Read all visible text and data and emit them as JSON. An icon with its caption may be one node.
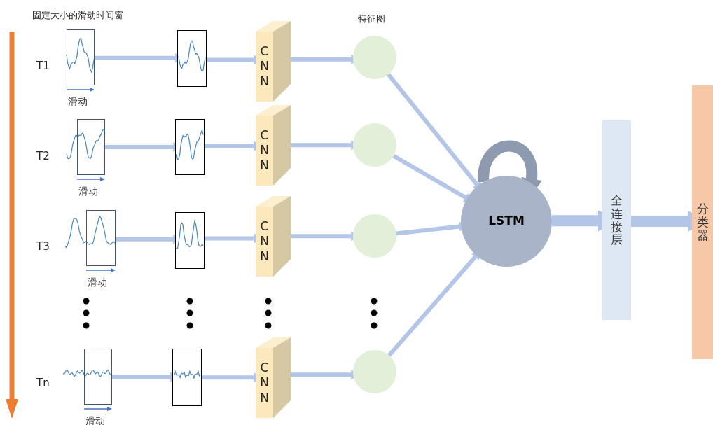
{
  "diagram": {
    "nodes": [
      {
        "text": [],
        "shape": "picture",
        "beside": [
          "滑动"
        ]
      },
      {
        "text": [],
        "shape": "picture"
      },
      {
        "text": [
          "CNN"
        ]
      },
      {
        "text": [],
        "shape": "circle"
      },
      {
        "text": [],
        "shape": "picture",
        "beside": [
          "滑动"
        ]
      },
      {
        "text": [],
        "shape": "picture"
      },
      {
        "text": [
          "CNN"
        ]
      },
      {
        "text": [],
        "shape": "circle"
      },
      {
        "text": [],
        "shape": "picture",
        "beside": [
          "滑动"
        ]
      },
      {
        "text": [],
        "shape": "picture"
      },
      {
        "text": [
          "CNN"
        ]
      },
      {
        "text": [],
        "shape": "circle"
      },
      {
        "text": [],
        "shape": "picture",
        "beside": [
          "滑动"
        ]
      },
      {
        "text": [],
        "shape": "picture"
      },
      {
        "text": [
          "CNN"
        ]
      },
      {
        "text": [],
        "shape": "circle"
      },
      {
        "text": [
          "LSTM"
        ]
      },
      {
        "text": [
          "全连接层"
        ]
      },
      {
        "text": [
          "分类器"
        ]
      }
    ],
    "edges": [
      {
        "from": 0,
        "to": 1,
        "arrow": "to"
      },
      {
        "from": 1,
        "to": 2,
        "arrow": "to"
      },
      {
        "from": 2,
        "to": 3,
        "arrow": "to"
      },
      {
        "from": 3,
        "to": 16,
        "arrow": "to"
      },
      {
        "from": 4,
        "to": 5,
        "arrow": "to"
      },
      {
        "from": 5,
        "to": 6,
        "arrow": "to"
      },
      {
        "from": 6,
        "to": 7,
        "arrow": "to"
      },
      {
        "from": 7,
        "to": 16,
        "arrow": "to"
      },
      {
        "from": 8,
        "to": 9,
        "arrow": "to"
      },
      {
        "from": 9,
        "to": 10,
        "arrow": "to"
      },
      {
        "from": 10,
        "to": 11,
        "arrow": "to"
      },
      {
        "from": 11,
        "to": 16,
        "arrow": "to"
      },
      {
        "from": 12,
        "to": 13,
        "arrow": "to"
      },
      {
        "from": 13,
        "to": 14,
        "arrow": "to"
      },
      {
        "from": 14,
        "to": 15,
        "arrow": "to"
      },
      {
        "from": 15,
        "to": 16,
        "arrow": "to"
      },
      {
        "from": 16,
        "to": 16,
        "arrow": "to",
        "style": "thick",
        "color": "#8e9ab0"
      },
      {
        "from": 16,
        "to": 17,
        "arrow": "to",
        "style": "thick"
      },
      {
        "from": 17,
        "to": 18,
        "arrow": "to",
        "style": "thick"
      }
    ],
    "labels": [
      "固定大小的滑动时间窗",
      "特征图",
      "T1",
      "T2",
      "T3",
      "Tn"
    ]
  }
}
